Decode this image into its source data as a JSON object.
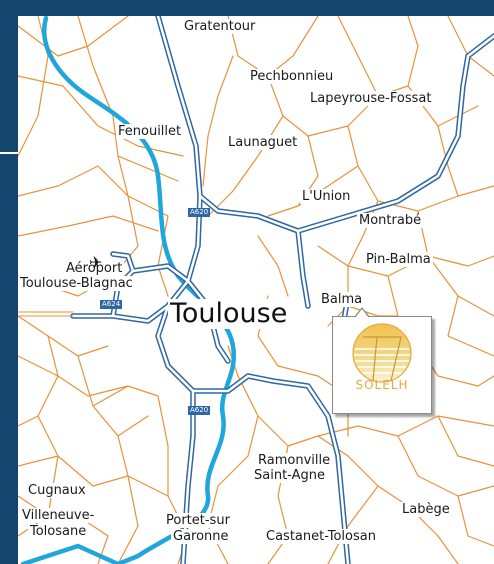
{
  "map": {
    "city": "Toulouse",
    "places": {
      "gratentour": "Gratentour",
      "pechbonnieu": "Pechbonnieu",
      "lapeyrouse": "Lapeyrouse-Fossat",
      "fenouillet": "Fenouillet",
      "launaguet": "Launaguet",
      "lunion": "L'Union",
      "montrabe": "Montrabé",
      "pinbalma": "Pin-Balma",
      "balma": "Balma",
      "aeroport_line1": "Aéroport",
      "aeroport_line2": "Toulouse-Blagnac",
      "ramonville_line1": "Ramonville",
      "ramonville_line2": "Saint-Agne",
      "cugnaux": "Cugnaux",
      "villeneuve_line1": "Villeneuve-",
      "villeneuve_line2": "Tolosane",
      "portet_line1": "Portet-sur",
      "portet_line2": "Garonne",
      "castanet": "Castanet-Tolosan",
      "labege": "Labège"
    },
    "roads": {
      "a620": "A620",
      "a624": "A624",
      "a620_south": "A620"
    },
    "airport_icon": "airplane-icon",
    "logo": {
      "text": "SOLELH",
      "icon": "solelh-logo-icon"
    },
    "colors": {
      "frame": "#13456e",
      "secondary_roads": "#e8923a",
      "motorway": "#2f67a3",
      "river": "#1fa6dc",
      "logo": "#e9a93a"
    }
  }
}
